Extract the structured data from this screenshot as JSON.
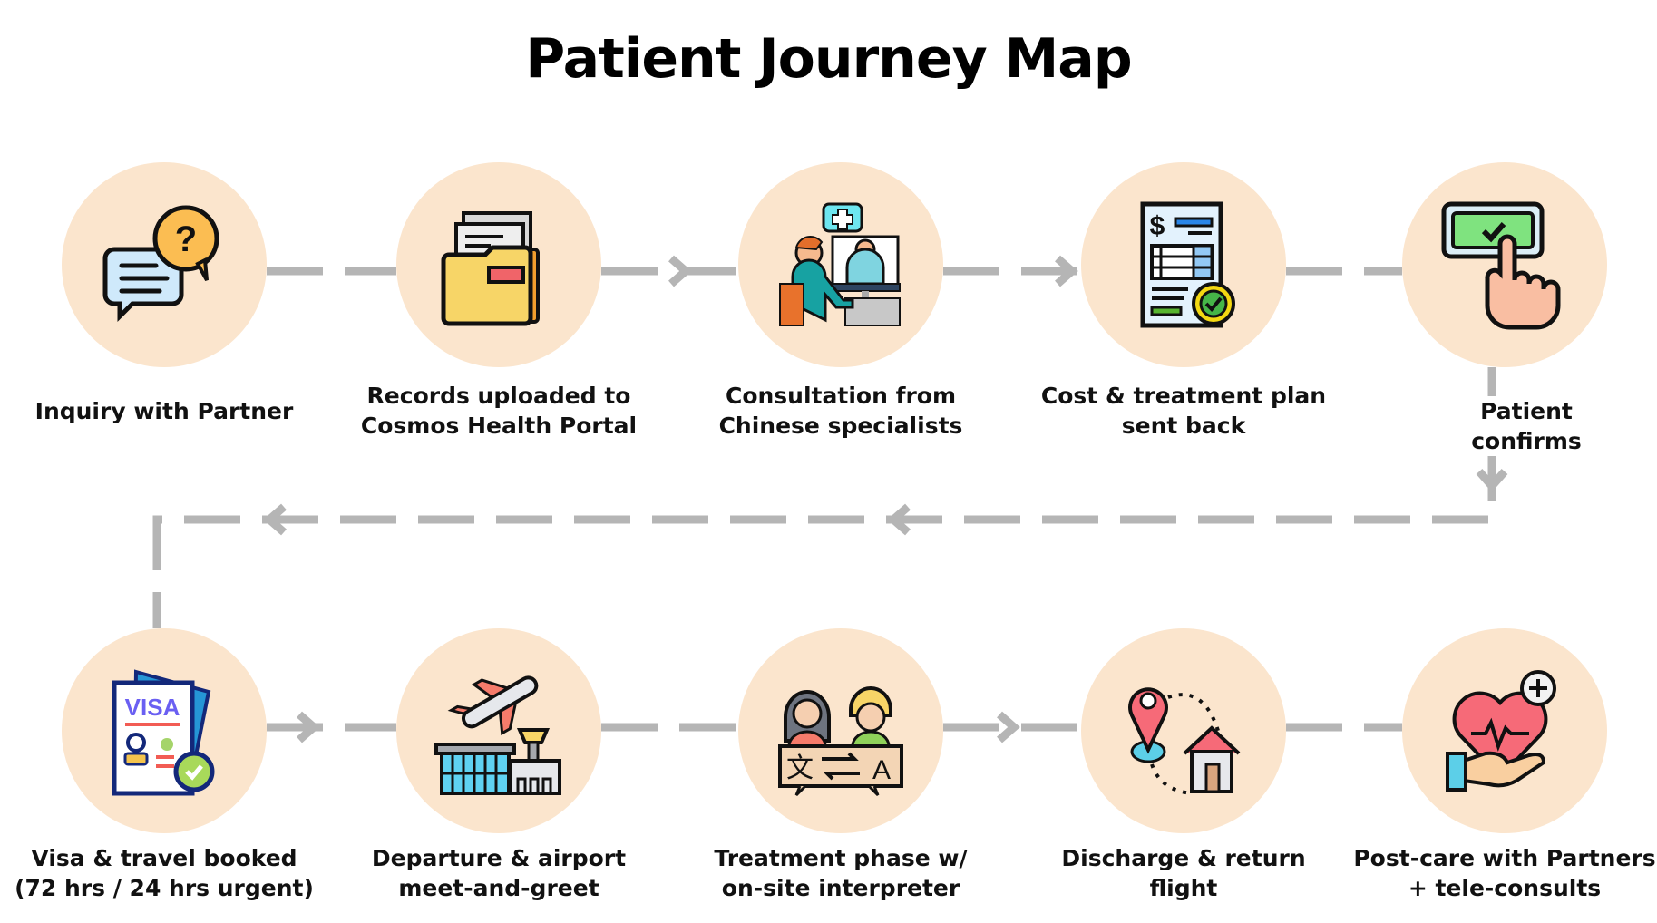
{
  "title": "Patient Journey Map",
  "colors": {
    "circle_fill": "#fbe5cd",
    "connector": "#b5b5b5",
    "text": "#111111"
  },
  "steps": [
    {
      "id": 1,
      "icon": "chat-question-icon",
      "label_lines": [
        "Inquiry with Partner"
      ]
    },
    {
      "id": 2,
      "icon": "folder-documents-icon",
      "label_lines": [
        "Records uploaded to",
        "Cosmos Health Portal"
      ]
    },
    {
      "id": 3,
      "icon": "video-consultation-icon",
      "label_lines": [
        "Consultation from",
        "Chinese specialists"
      ]
    },
    {
      "id": 4,
      "icon": "invoice-approved-icon",
      "label_lines": [
        "Cost & treatment plan",
        "sent back"
      ]
    },
    {
      "id": 5,
      "icon": "confirm-button-press-icon",
      "label_lines": [
        "Patient confirms"
      ]
    },
    {
      "id": 6,
      "icon": "visa-passport-icon",
      "label_lines": [
        "Visa & travel booked",
        "(72 hrs / 24 hrs urgent)"
      ]
    },
    {
      "id": 7,
      "icon": "airplane-airport-icon",
      "label_lines": [
        "Departure & airport",
        "meet-and-greet"
      ]
    },
    {
      "id": 8,
      "icon": "interpreter-translation-icon",
      "label_lines": [
        "Treatment phase w/",
        "on-site interpreter"
      ]
    },
    {
      "id": 9,
      "icon": "return-home-route-icon",
      "label_lines": [
        "Discharge & return",
        "flight"
      ]
    },
    {
      "id": 10,
      "icon": "heart-care-hand-icon",
      "label_lines": [
        "Post-care with Partners",
        "+ tele-consults"
      ]
    }
  ],
  "flow": [
    "1→2",
    "2→3",
    "3→4",
    "4→5",
    "5→6",
    "6→7",
    "7→8",
    "8→9",
    "9→10"
  ]
}
